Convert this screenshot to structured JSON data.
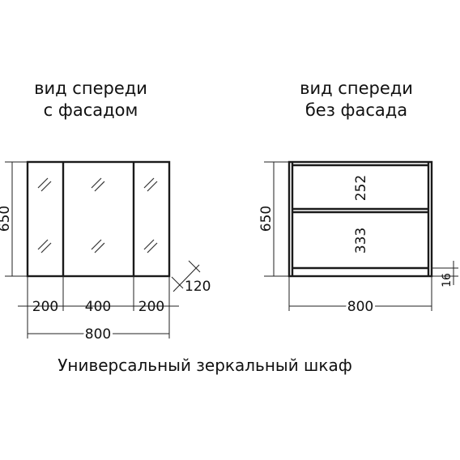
{
  "views": {
    "with_facade": {
      "title_line1": "вид спереди",
      "title_line2": "с фасадом",
      "dims": {
        "height": "650",
        "depth": "120",
        "left_section": "200",
        "center_section": "400",
        "right_section": "200",
        "total_width": "800"
      }
    },
    "without_facade": {
      "title_line1": "вид спереди",
      "title_line2": "без фасада",
      "dims": {
        "height": "650",
        "upper_shelf": "252",
        "lower_shelf": "333",
        "total_width": "800",
        "board": "16"
      }
    }
  },
  "caption": "Универсальный зеркальный шкаф"
}
